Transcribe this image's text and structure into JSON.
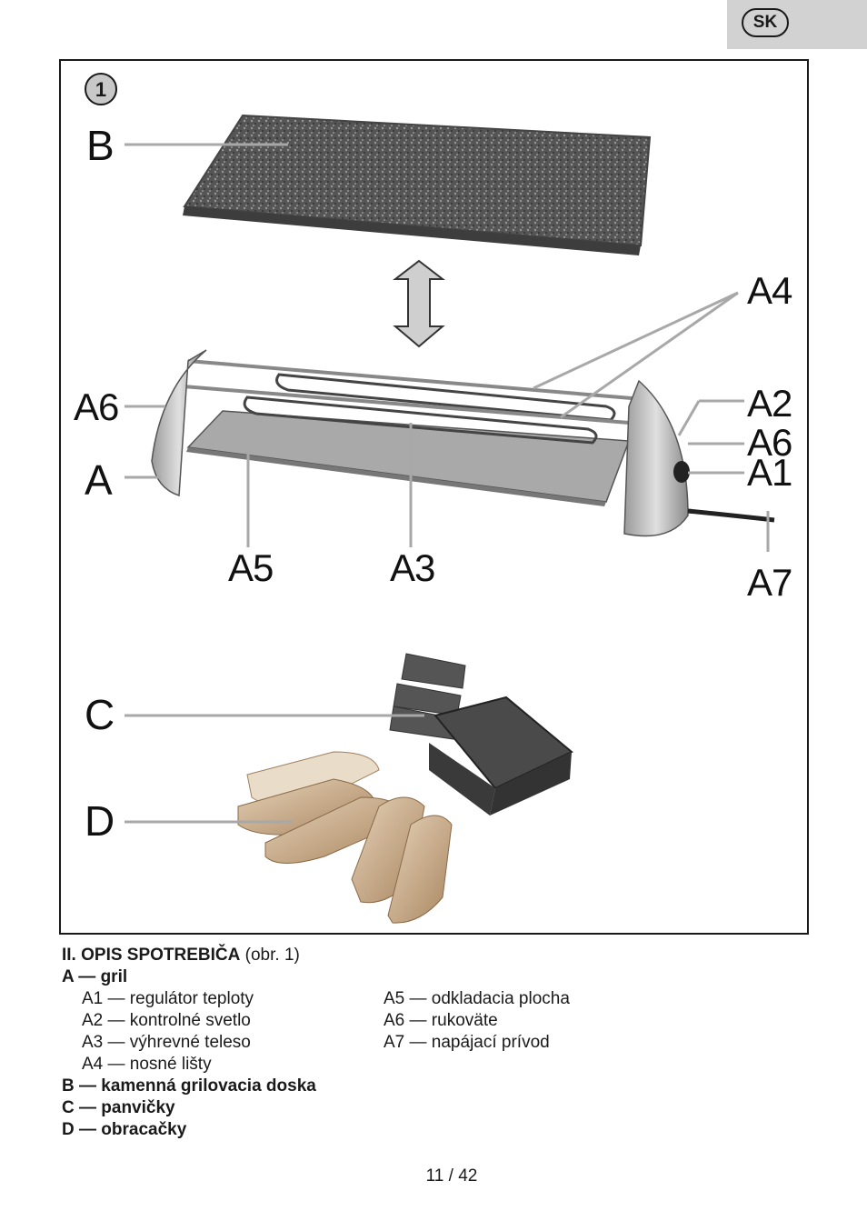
{
  "lang_badge": "SK",
  "figure": {
    "number": "1",
    "labels": {
      "B": "B",
      "A4": "A4",
      "A6_left": "A6",
      "A2": "A2",
      "A6_right": "A6",
      "A1": "A1",
      "A": "A",
      "A5": "A5",
      "A3": "A3",
      "A7": "A7",
      "C": "C",
      "D": "D"
    }
  },
  "description": {
    "heading_bold": "II. OPIS SPOTREBIČA",
    "heading_ref": " (obr. 1)",
    "group_a": "A — gril",
    "parts_left": [
      "A1 — regulátor teploty",
      "A2 — kontrolné svetlo",
      "A3 — výhrevné teleso",
      "A4 — nosné lišty"
    ],
    "parts_right": [
      "A5 — odkladacia plocha",
      "A6 — rukoväte",
      "A7 — napájací prívod"
    ],
    "group_b": "B — kamenná grilovacia doska",
    "group_c": "C — panvičky",
    "group_d": "D — obracačky"
  },
  "page_number": "11 / 42"
}
